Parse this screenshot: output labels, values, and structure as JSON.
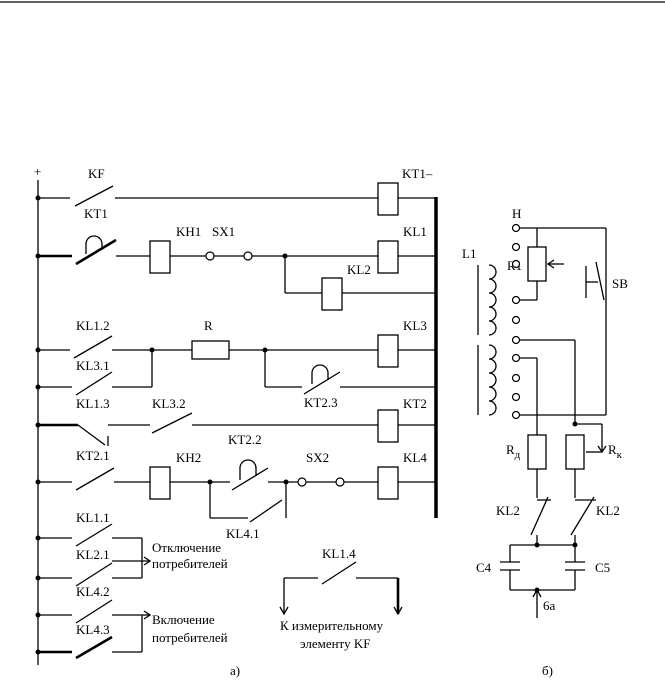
{
  "labels": {
    "plus": "+",
    "KF": "KF",
    "KT1_coil": "KT1–",
    "KT1_contact": "KT1",
    "KH1": "KH1",
    "SX1": "SX1",
    "KL1_coil": "KL1",
    "KL2_coil": "KL2",
    "KL1_2": "KL1.2",
    "R": "R",
    "KL3_coil": "KL3",
    "KL3_1": "KL3.1",
    "KT2_3": "KT2.3",
    "KL1_3": "KL1.3",
    "KL3_2": "KL3.2",
    "KT2_coil": "KT2",
    "KT2_1": "KT2.1",
    "KH2": "KH2",
    "KT2_2": "KT2.2",
    "SX2": "SX2",
    "KL4_coil": "KL4",
    "KL4_1": "KL4.1",
    "KL1_1": "KL1.1",
    "KL2_1": "KL2.1",
    "KL4_2": "KL4.2",
    "KL4_3": "KL4.3",
    "KL1_4": "KL1.4",
    "disconnect_line1": "Отключение",
    "disconnect_line2": "потребителей",
    "connect_line1": "Включение",
    "connect_line2": "потребителей",
    "to_kf_line1": "К измерительному",
    "to_kf_line2": "элементу KF",
    "caption_a": "а)",
    "H": "Н",
    "L1": "L1",
    "R1": "R1",
    "SB": "SB",
    "Rd": "R",
    "Rd_sub": "д",
    "Rk": "R",
    "Rk_sub": "к",
    "b_KL1_2_left": "KL2",
    "b_KL1_2_right": "KL2",
    "C4": "C4",
    "C5": "C5",
    "bus6a": "6а",
    "caption_b": "б)"
  }
}
